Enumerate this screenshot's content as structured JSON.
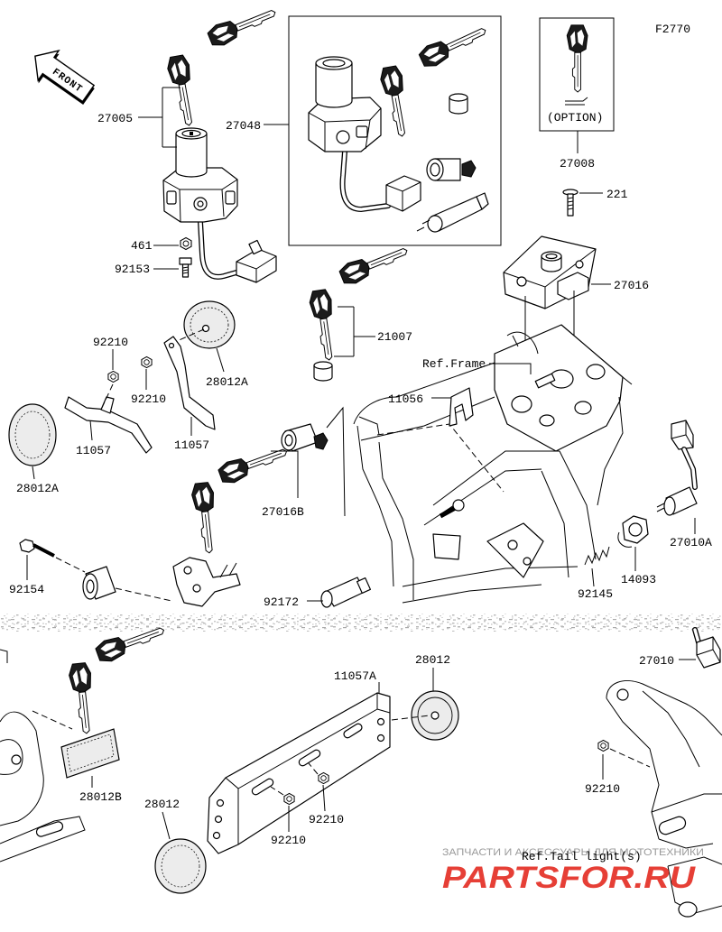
{
  "figure_code": "F2770",
  "front_label": "FRONT",
  "option_label": "(OPTION)",
  "parts": {
    "p27005": "27005",
    "p27048": "27048",
    "p27008": "27008",
    "p221": "221",
    "p27016": "27016",
    "p461": "461",
    "p92153": "92153",
    "p21007": "21007",
    "p92210": "92210",
    "p28012A": "28012A",
    "p11057": "11057",
    "p11056": "11056",
    "p27016B": "27016B",
    "p27010A": "27010A",
    "p14093": "14093",
    "p92154": "92154",
    "p92172": "92172",
    "p92145": "92145",
    "p27010": "27010",
    "p11057A": "11057A",
    "p28012": "28012",
    "p28012B": "28012B"
  },
  "refs": {
    "frame": "Ref.Frame",
    "tail_light": "Ref.Tail light(s)"
  },
  "watermark": {
    "tagline": "ЗАПЧАСТИ И АКСЕССУАРЫ ДЛЯ МОТОТЕХНИКИ",
    "logo": "PARTSFOR.RU"
  }
}
